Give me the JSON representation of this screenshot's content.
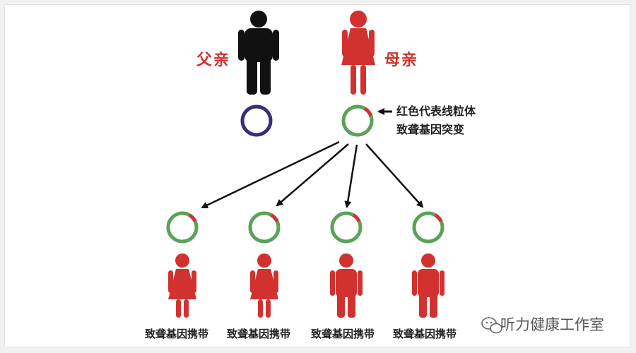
{
  "parents": {
    "father_label": "父亲",
    "mother_label": "母亲"
  },
  "annotation": {
    "line1": "红色代表线粒体",
    "line2": "致聋基因突变"
  },
  "children": [
    {
      "gender": "female",
      "label": "致聋基因携带"
    },
    {
      "gender": "female",
      "label": "致聋基因携带"
    },
    {
      "gender": "male",
      "label": "致聋基因携带"
    },
    {
      "gender": "male",
      "label": "致聋基因携带"
    }
  ],
  "watermark": {
    "text": "听力健康工作室",
    "icon": "wechat-icon"
  },
  "colors": {
    "red": "#d1322f",
    "black": "#111111",
    "green": "#5aa25a",
    "navy": "#3b2e78",
    "arrow": "#111111"
  }
}
